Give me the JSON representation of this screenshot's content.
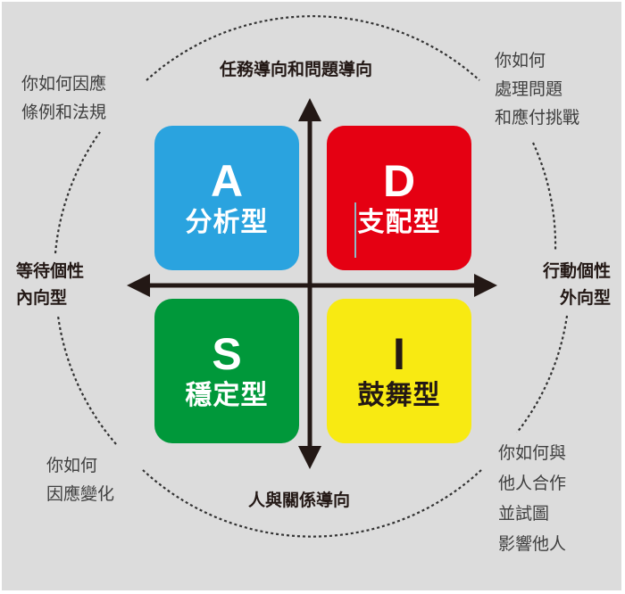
{
  "diagram": {
    "title": "DISC personality model",
    "colors": {
      "background": "#dcdcdc",
      "A": "#2aa3df",
      "D": "#e50012",
      "S": "#00983a",
      "I": "#f8ea12",
      "axis": "#231815"
    },
    "quadrants": {
      "A": {
        "letter": "A",
        "label": "分析型"
      },
      "D": {
        "letter": "D",
        "label": "支配型"
      },
      "S": {
        "letter": "S",
        "label": "穩定型"
      },
      "I": {
        "letter": "I",
        "label": "鼓舞型"
      }
    },
    "axes": {
      "top": "任務導向和問題導向",
      "bottom": "人與關係導向",
      "left_line1": "等待個性",
      "left_line2": "內向型",
      "right_line1": "行動個性",
      "right_line2": "外向型"
    },
    "corners": {
      "top_left": [
        "你如何因應",
        "條例和法規"
      ],
      "top_right": [
        "你如何",
        "處理問題",
        "和應付挑戰"
      ],
      "bottom_left": [
        "你如何",
        "因應變化"
      ],
      "bottom_right": [
        "你如何與",
        "他人合作",
        "並試圖",
        "影響他人"
      ]
    }
  }
}
